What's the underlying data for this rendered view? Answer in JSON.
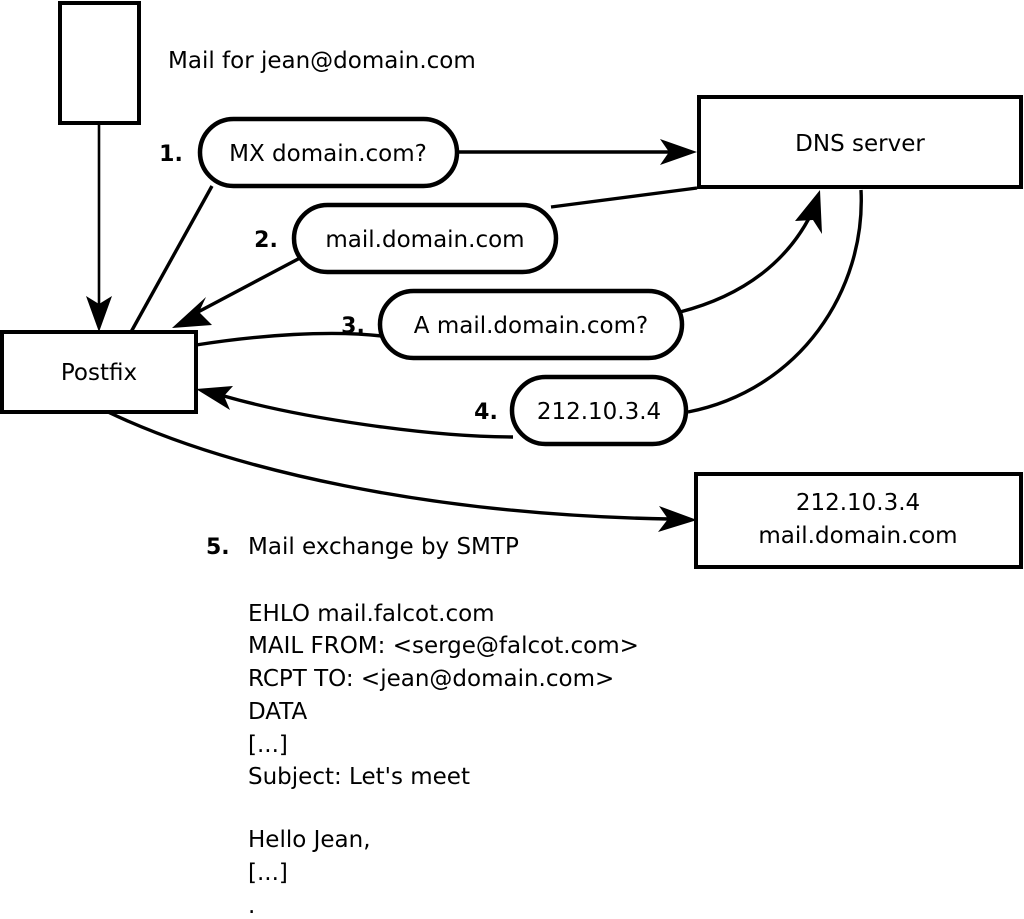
{
  "diagram": {
    "title_note": "Mail for jean@domain.com",
    "nodes": {
      "mail_client": {
        "label": ""
      },
      "postfix": {
        "label": "Postfix"
      },
      "dns_server": {
        "label": "DNS server"
      },
      "remote_server": {
        "line1": "212.10.3.4",
        "line2": "mail.domain.com"
      }
    },
    "steps": [
      {
        "number": "1.",
        "label": "MX domain.com?"
      },
      {
        "number": "2.",
        "label": "mail.domain.com"
      },
      {
        "number": "3.",
        "label": "A mail.domain.com?"
      },
      {
        "number": "4.",
        "label": "212.10.3.4"
      }
    ],
    "smtp": {
      "number": "5.",
      "title": "Mail exchange by SMTP",
      "transcript": [
        "EHLO mail.falcot.com",
        "MAIL FROM: <serge@falcot.com>",
        "RCPT TO: <jean@domain.com>",
        "DATA",
        "[...]",
        "Subject: Let's meet",
        "",
        "Hello Jean,",
        "[...]",
        "."
      ]
    },
    "colors": {
      "stroke": "#000000",
      "fill": "#ffffff"
    }
  }
}
